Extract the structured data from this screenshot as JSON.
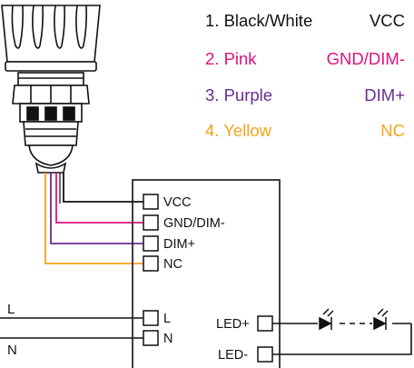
{
  "colors": {
    "black": "#111111",
    "pink": "#e0107f",
    "purple": "#6a2c91",
    "yellow": "#f5a31a"
  },
  "legend": [
    {
      "label": "1. Black/White",
      "function": "VCC",
      "color": "#111111"
    },
    {
      "label": "2. Pink",
      "function": "GND/DIM-",
      "color": "#e0107f"
    },
    {
      "label": "3. Purple",
      "function": "DIM+",
      "color": "#6a2c91"
    },
    {
      "label": "4. Yellow",
      "function": "NC",
      "color": "#f5a31a"
    }
  ],
  "terminals": {
    "vcc": "VCC",
    "gnd_dim": "GND/DIM-",
    "dim_plus": "DIM+",
    "nc": "NC",
    "l": "L",
    "n": "N",
    "led_plus": "LED+",
    "led_minus": "LED-"
  },
  "mains": {
    "l": "L",
    "n": "N"
  },
  "icons": [
    "dimmer-knob-icon",
    "led-diode-icon"
  ]
}
